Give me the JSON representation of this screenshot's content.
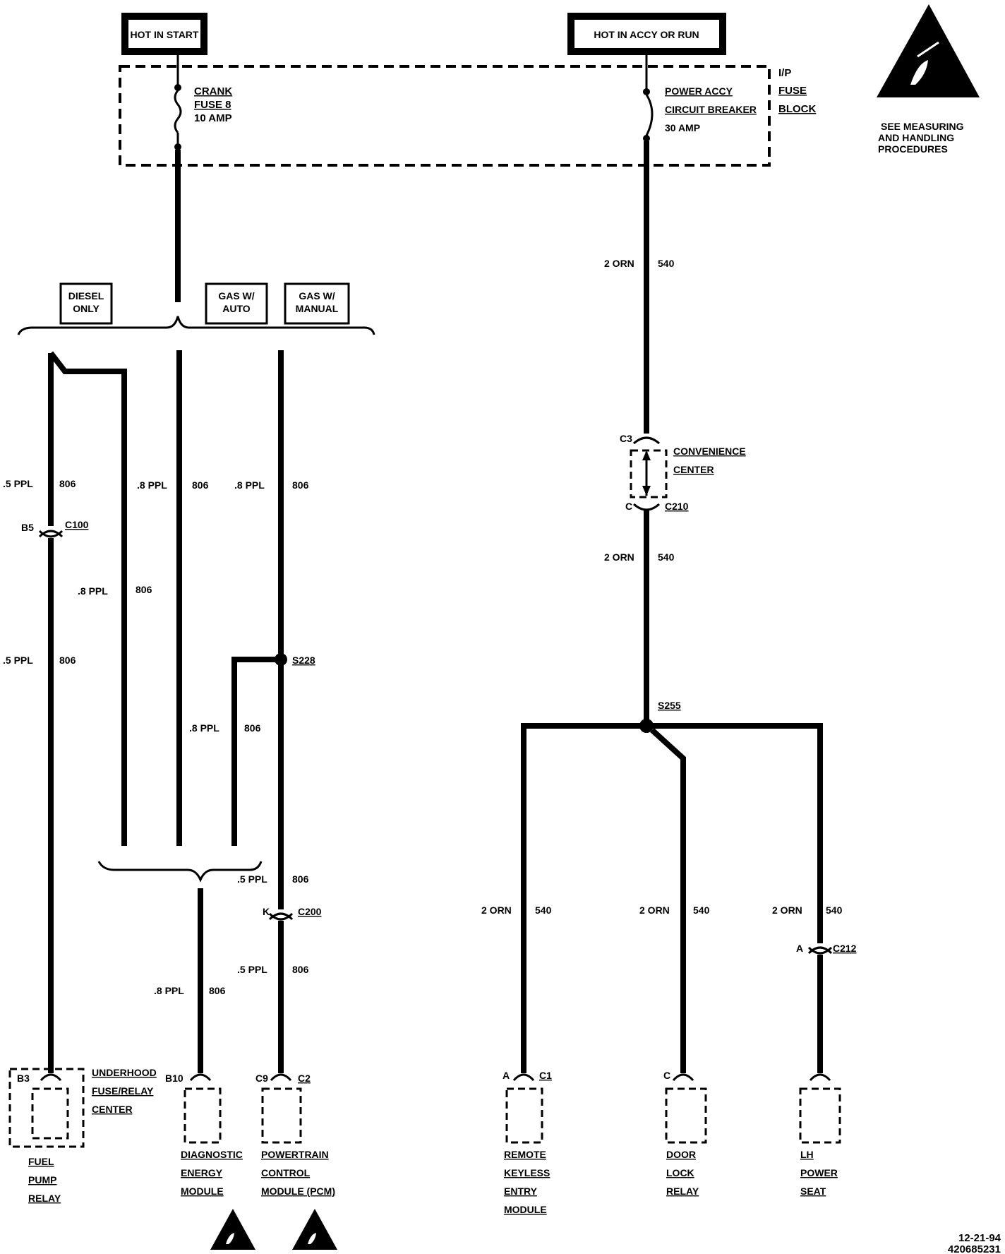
{
  "headers": {
    "hot_in_start": "HOT IN START",
    "hot_in_accy_or_run": "HOT IN ACCY OR RUN"
  },
  "fuse_block": {
    "label": [
      "I/P",
      "FUSE",
      "BLOCK"
    ],
    "crank_fuse": [
      "CRANK",
      "FUSE 8",
      "10 AMP"
    ],
    "breaker": [
      "POWER ACCY",
      "CIRCUIT BREAKER",
      "30 AMP"
    ]
  },
  "esd_note": [
    "SEE MEASURING",
    "AND HANDLING",
    "PROCEDURES"
  ],
  "options": {
    "diesel": [
      "DIESEL",
      "ONLY"
    ],
    "gas_auto": [
      "GAS W/",
      "AUTO"
    ],
    "gas_manual": [
      "GAS W/",
      "MANUAL"
    ]
  },
  "wires": {
    "ppl5": ".5 PPL",
    "ppl8": ".8 PPL",
    "num806": "806",
    "orn2": "2 ORN",
    "num540": "540"
  },
  "connectors": {
    "b5": "B5",
    "c100": "C100",
    "s228": "S228",
    "k": "K",
    "c200": "C200",
    "c3": "C3",
    "c": "C",
    "c210": "C210",
    "s255": "S255",
    "a": "A",
    "c212": "C212",
    "b3": "B3",
    "b10": "B10",
    "c9": "C9",
    "c2": "C2",
    "c1": "C1"
  },
  "convenience_center": [
    "CONVENIENCE",
    "CENTER"
  ],
  "underhood": [
    "UNDERHOOD",
    "FUSE/RELAY",
    "CENTER"
  ],
  "components": {
    "fuel_pump_relay": [
      "FUEL",
      "PUMP",
      "RELAY"
    ],
    "dem": [
      "DIAGNOSTIC",
      "ENERGY",
      "MODULE"
    ],
    "pcm": [
      "POWERTRAIN",
      "CONTROL",
      "MODULE (PCM)"
    ],
    "rke": [
      "REMOTE",
      "KEYLESS",
      "ENTRY",
      "MODULE"
    ],
    "door_lock": [
      "DOOR",
      "LOCK",
      "RELAY"
    ],
    "lh_seat": [
      "LH",
      "POWER",
      "SEAT"
    ]
  },
  "footer": {
    "date": "12-21-94",
    "code": "420685231"
  },
  "icons": [
    "esd-warning-icon"
  ]
}
